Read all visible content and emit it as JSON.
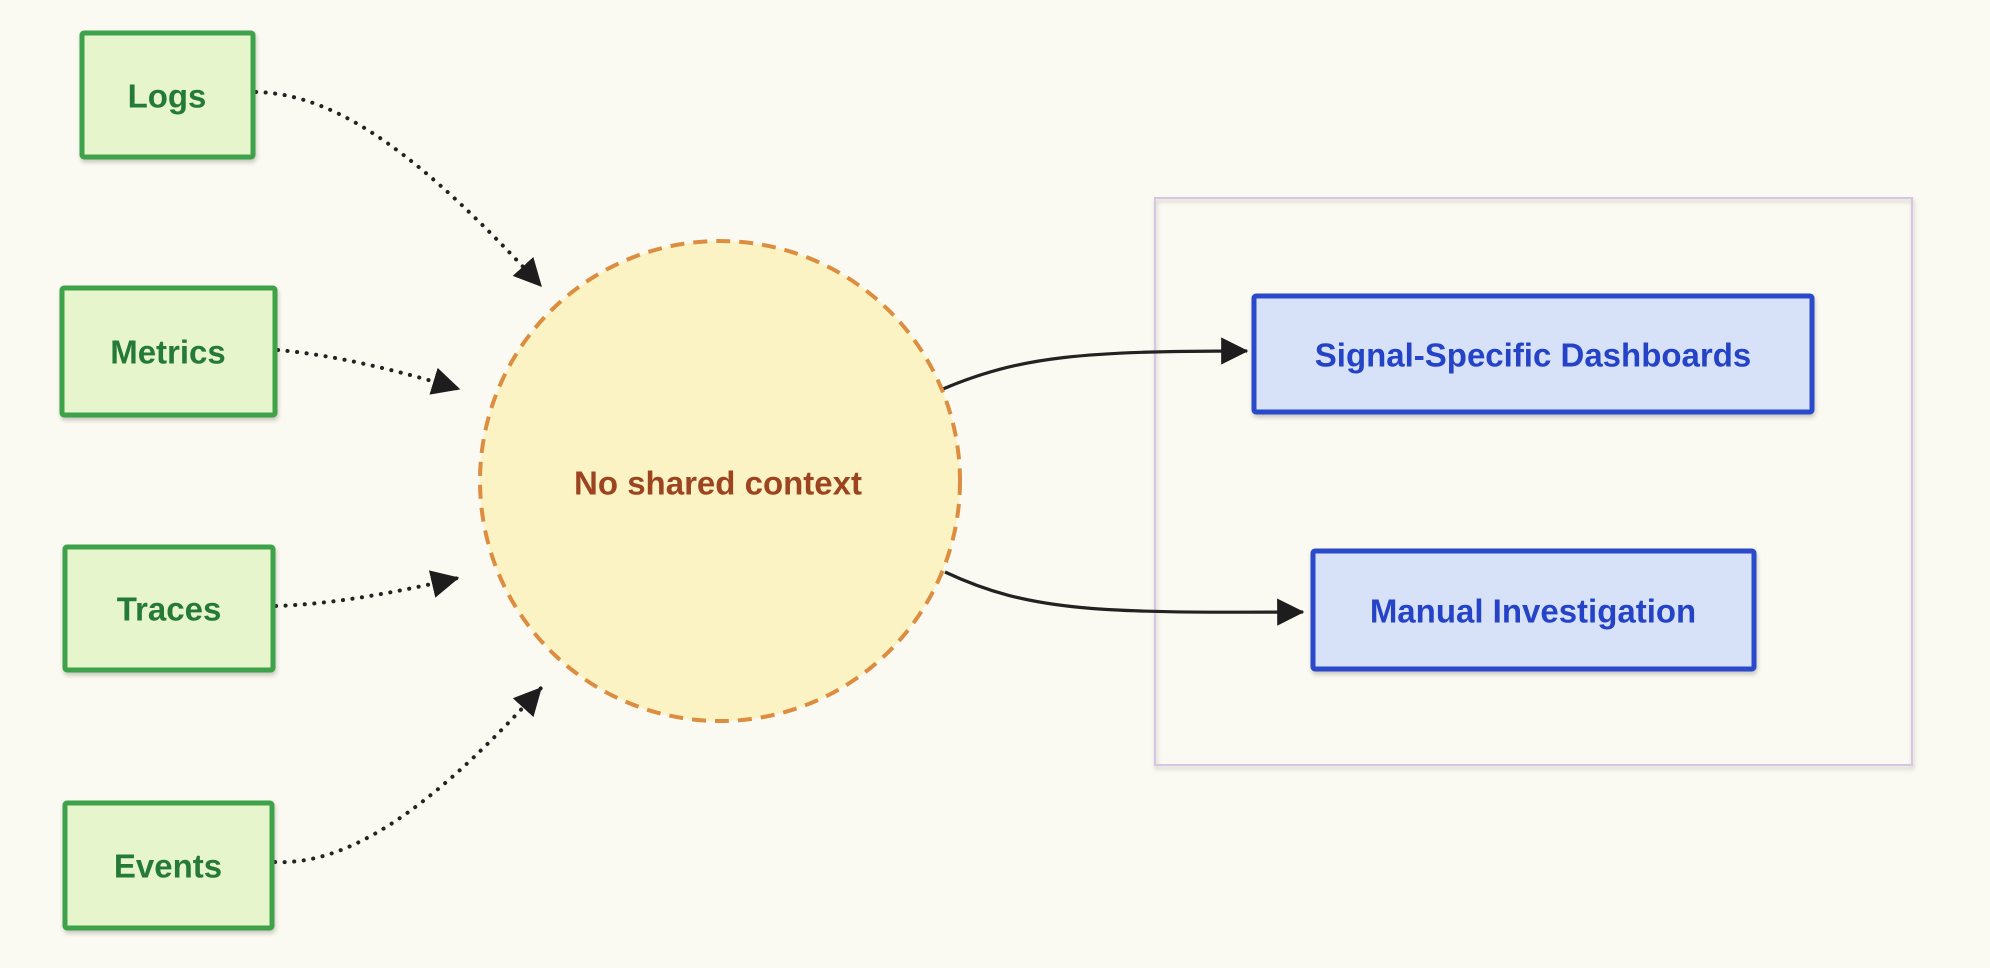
{
  "colors": {
    "bg": "#fbfaf2",
    "source_fill": "#e6f5cc",
    "source_border": "#3da24a",
    "source_text": "#267a38",
    "hub_fill": "#fcf3c4",
    "hub_border": "#dd8d3f",
    "hub_text": "#9c4420",
    "outcome_fill": "#d7e2f9",
    "outcome_border": "#2a49cb",
    "outcome_text": "#2543c6",
    "panel_border": "#d6c5e5",
    "arrow": "#222222"
  },
  "nodes": {
    "sources": [
      {
        "label": "Logs"
      },
      {
        "label": "Metrics"
      },
      {
        "label": "Traces"
      },
      {
        "label": "Events"
      }
    ],
    "hub": {
      "label": "No shared context"
    },
    "outcomes": [
      {
        "label": "Signal-Specific Dashboards"
      },
      {
        "label": "Manual Investigation"
      }
    ]
  },
  "edges": [
    {
      "from": "Logs",
      "to": "No shared context",
      "style": "dotted"
    },
    {
      "from": "Metrics",
      "to": "No shared context",
      "style": "dotted"
    },
    {
      "from": "Traces",
      "to": "No shared context",
      "style": "dotted"
    },
    {
      "from": "Events",
      "to": "No shared context",
      "style": "dotted"
    },
    {
      "from": "No shared context",
      "to": "Signal-Specific Dashboards",
      "style": "solid"
    },
    {
      "from": "No shared context",
      "to": "Manual Investigation",
      "style": "solid"
    }
  ]
}
